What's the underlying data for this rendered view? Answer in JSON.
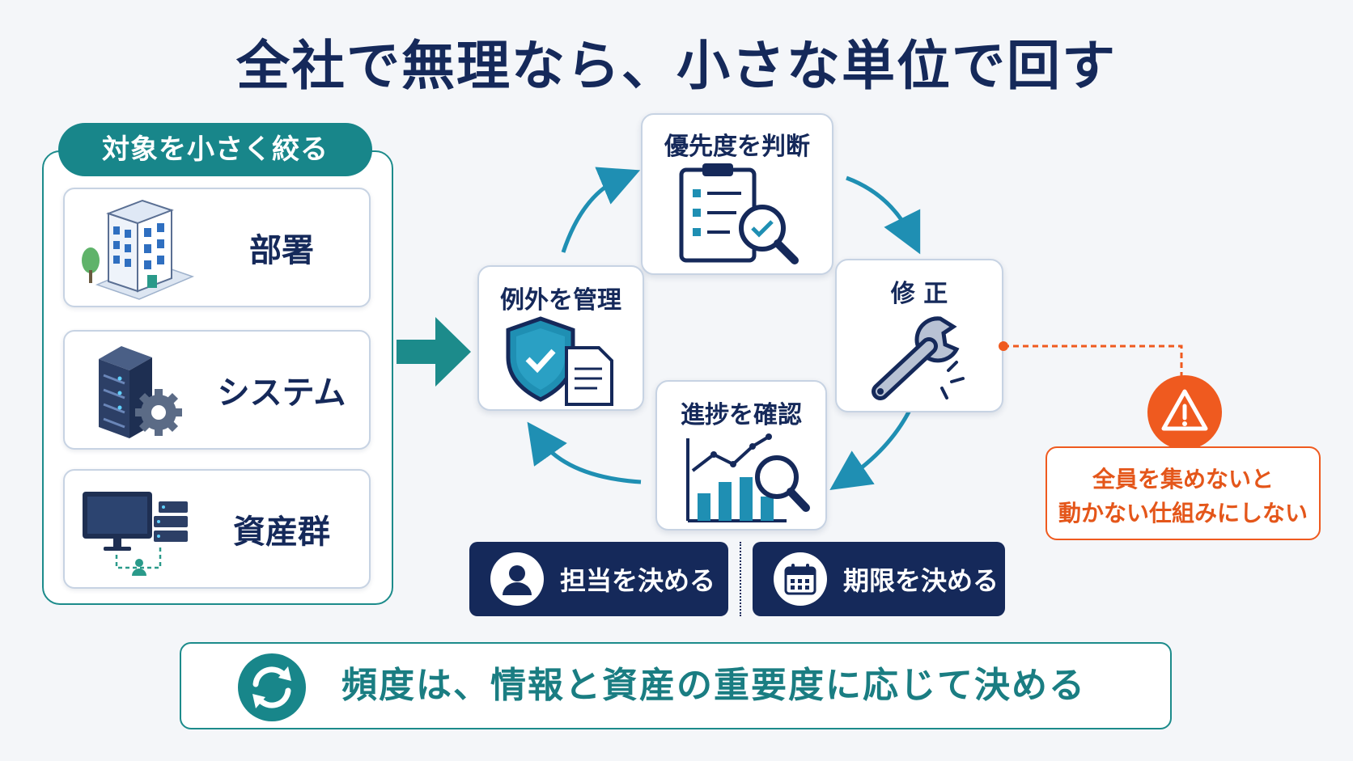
{
  "title": "全社で無理なら、小さな単位で回す",
  "scope": {
    "header": "対象を小さく絞る",
    "items": [
      {
        "label": "部署",
        "icon": "office-building-icon"
      },
      {
        "label": "システム",
        "icon": "server-gear-icon"
      },
      {
        "label": "資産群",
        "icon": "monitor-servers-icon"
      }
    ]
  },
  "cycle": {
    "steps": [
      {
        "label": "優先度を判断",
        "icon": "clipboard-magnifier-icon"
      },
      {
        "label": "修 正",
        "icon": "wrench-icon"
      },
      {
        "label": "進捗を確認",
        "icon": "chart-magnifier-icon"
      },
      {
        "label": "例外を管理",
        "icon": "shield-document-icon"
      }
    ]
  },
  "actions": [
    {
      "label": "担当を決める",
      "icon": "person-icon"
    },
    {
      "label": "期限を決める",
      "icon": "calendar-icon"
    }
  ],
  "warning": {
    "line1": "全員を集めないと",
    "line2": "動かない仕組みにしない",
    "icon": "warning-icon"
  },
  "banner": {
    "text": "頻度は、情報と資産の重要度に応じて決める",
    "icon": "refresh-icon"
  },
  "colors": {
    "navy": "#15295a",
    "teal": "#18868a",
    "cycle_arrow": "#1f8fb3",
    "warning": "#ef5a1f"
  }
}
